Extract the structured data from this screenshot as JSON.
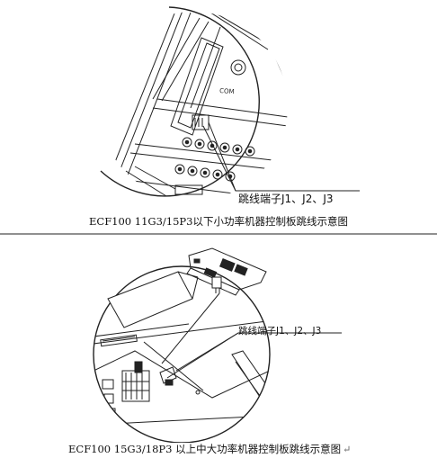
{
  "top_figure": {
    "callout_label": "跳线端子J1、J2、J3",
    "caption": "ECF100 11G3/15P3以下小功率机器控制板跳线示意图",
    "panel_text": "COM"
  },
  "bottom_figure": {
    "callout_label": "跳线端子J1、J2、J3",
    "caption": "ECF100 15G3/18P3 以上中大功率机器控制板跳线示意图",
    "para_mark": "↵"
  }
}
